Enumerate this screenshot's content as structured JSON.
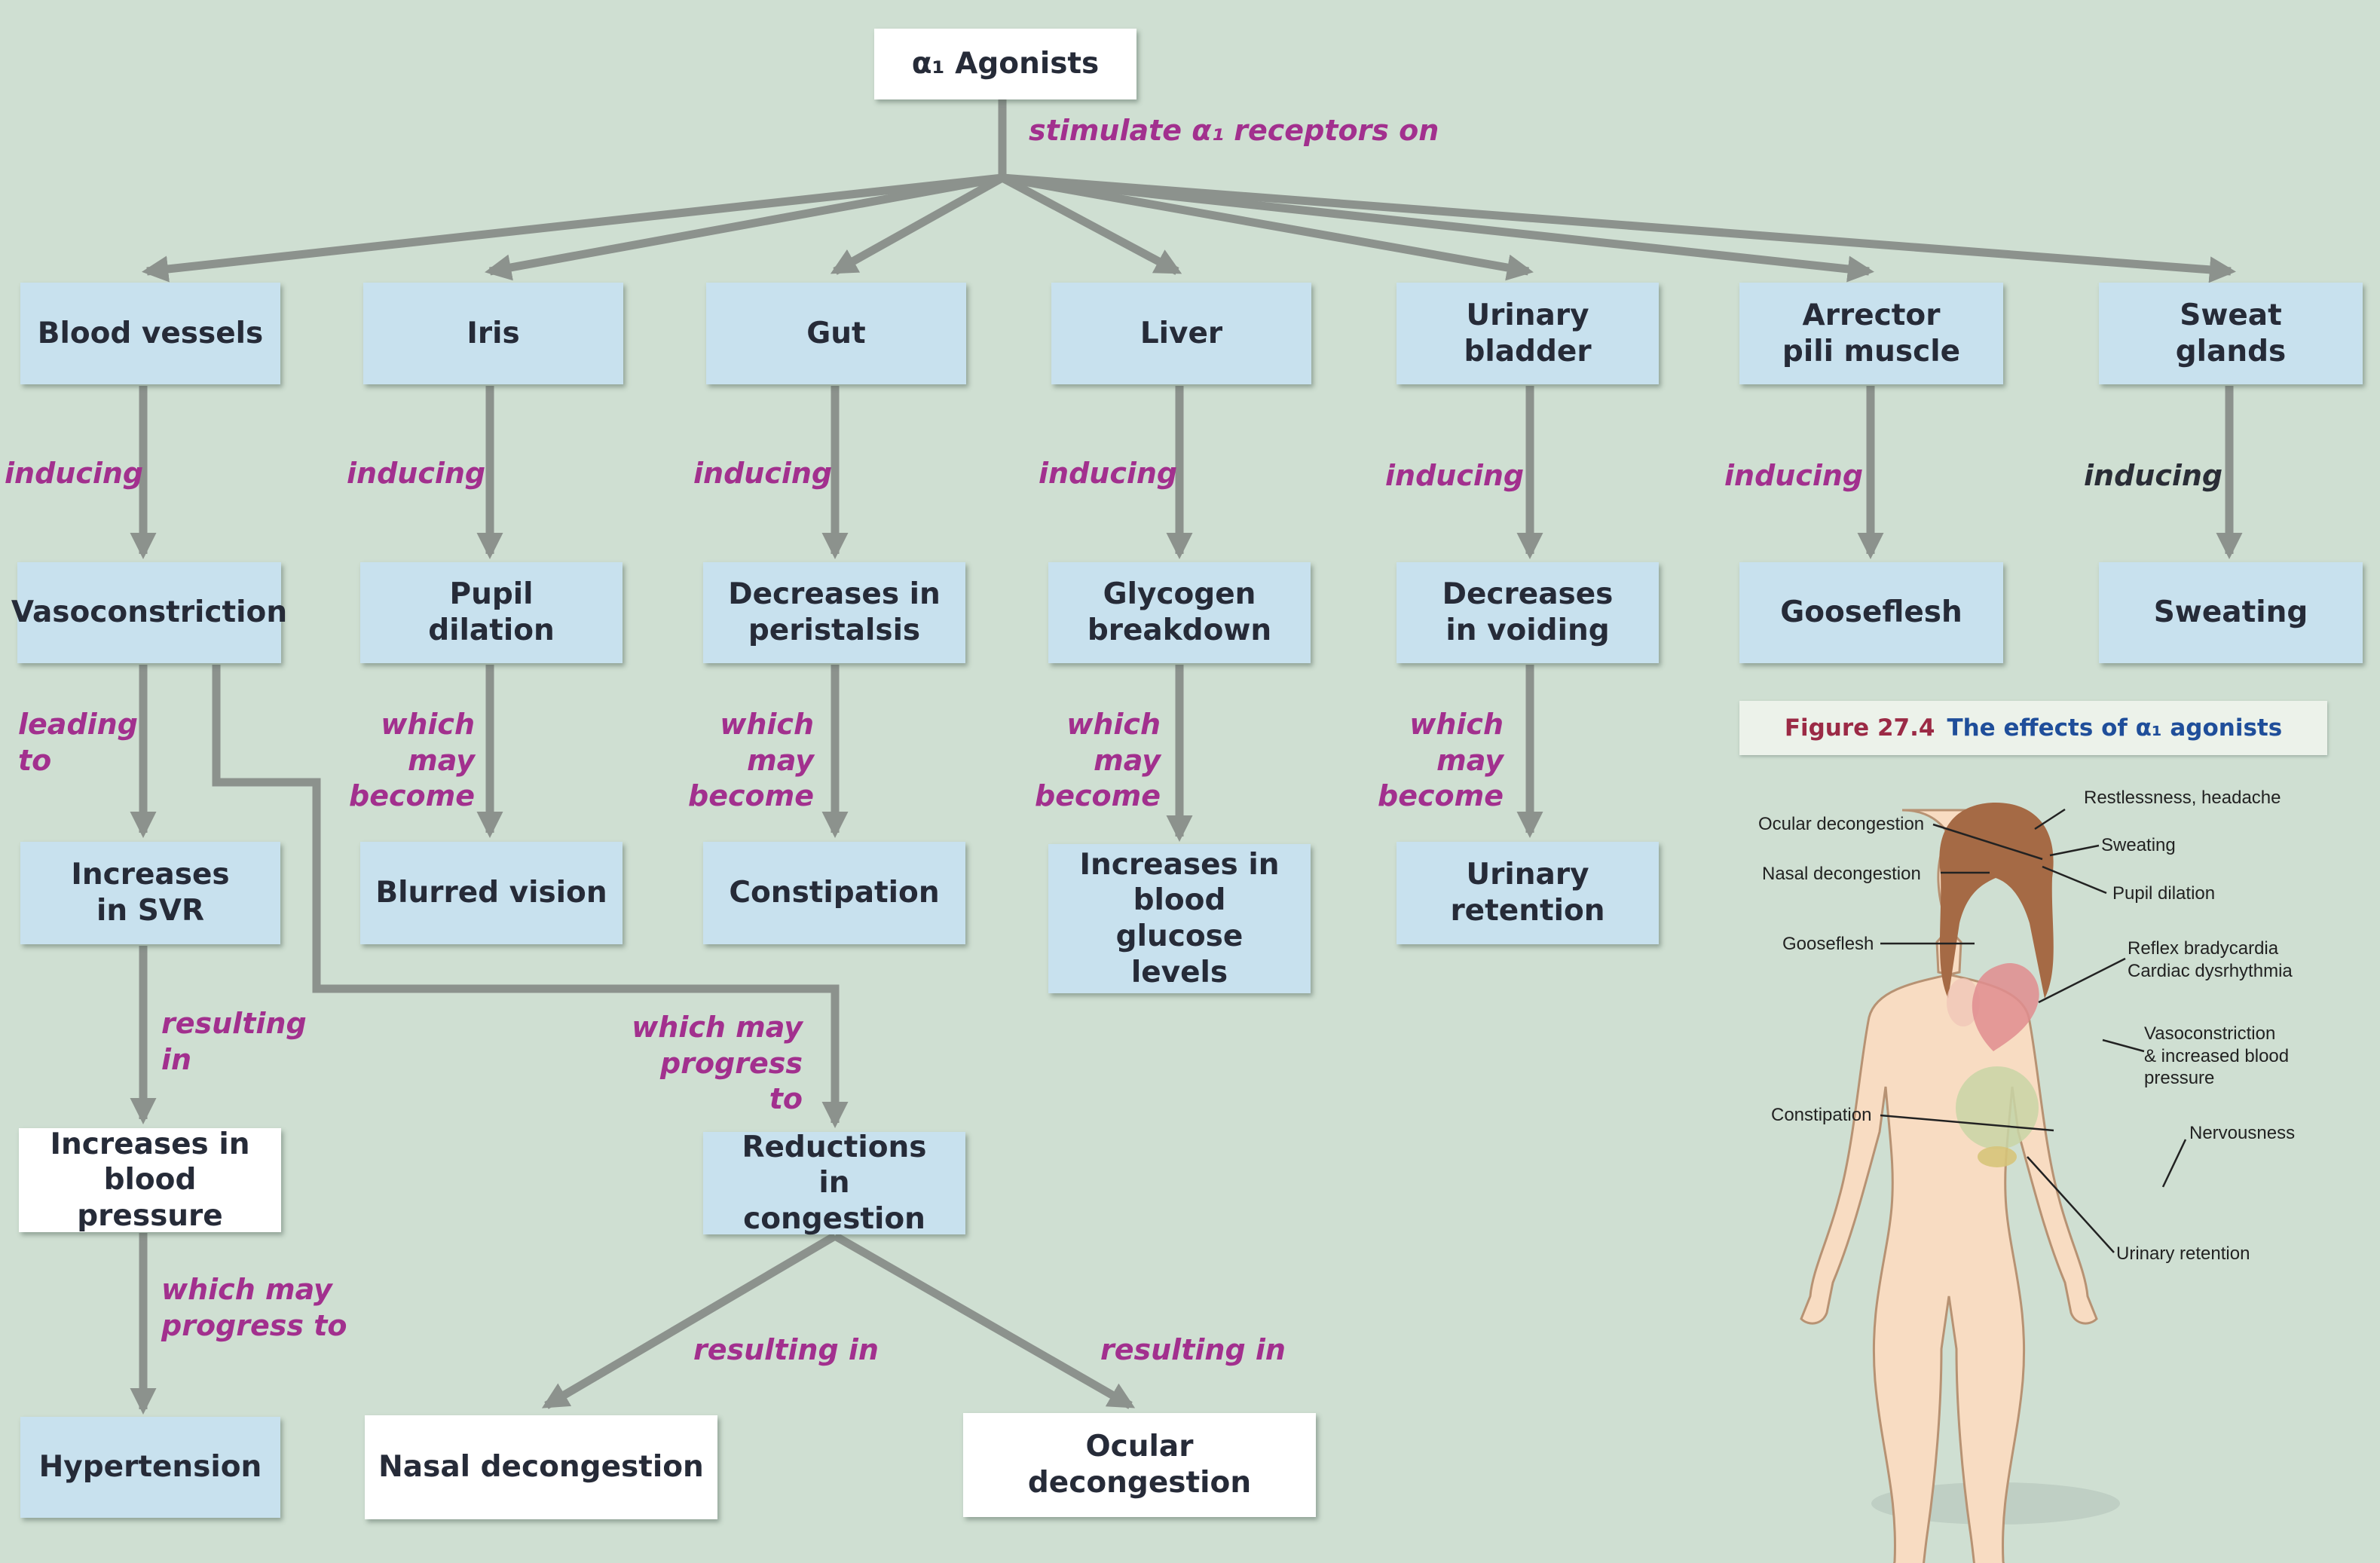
{
  "root": {
    "label": "α₁ Agonists",
    "edge_label": "stimulate α₁ receptors on"
  },
  "targets": [
    "Blood vessels",
    "Iris",
    "Gut",
    "Liver",
    "Urinary bladder",
    "Arrector pili muscle",
    "Sweat glands"
  ],
  "inducing_label": "inducing",
  "effects": [
    "Vasoconstriction",
    "Pupil dilation",
    "Decreases in peristalsis",
    "Glycogen breakdown",
    "Decreases in voiding",
    "Gooseflesh",
    "Sweating"
  ],
  "edge_labels": {
    "leading_to": "leading to",
    "which_may_become": "which may become",
    "resulting_in": "resulting in",
    "which_may_progress_to": "which may progress to"
  },
  "outcomes": {
    "svr": "Increases in SVR",
    "blurred": "Blurred vision",
    "constipation": "Constipation",
    "glucose": "Increases in blood glucose levels",
    "retention": "Urinary retention",
    "bp": "Increases in blood pressure",
    "hypertension": "Hypertension",
    "congestion": "Reductions in congestion",
    "nasal": "Nasal decongestion",
    "ocular": "Ocular decongestion"
  },
  "caption": {
    "number": "Figure 27.4",
    "text": "The effects of α₁ agonists"
  },
  "body_annotations": {
    "restlessness": "Restlessness, headache",
    "ocular": "Ocular decongestion",
    "sweating": "Sweating",
    "nasal": "Nasal decongestion",
    "pupil": "Pupil dilation",
    "gooseflesh": "Gooseflesh",
    "reflex": "Reflex bradycardia",
    "dysrhythmia": "Cardiac dysrhythmia",
    "vaso1": "Vasoconstriction",
    "vaso2": "& increased blood",
    "vaso3": "pressure",
    "constipation": "Constipation",
    "nervousness": "Nervousness",
    "retention": "Urinary retention"
  },
  "colors": {
    "background": "#cfdfd2",
    "box_blue": "#c8e1ee",
    "box_white": "#ffffff",
    "label_magenta": "#a2308e",
    "arrow_grey": "#8c928d",
    "caption_red": "#9b2a45",
    "caption_blue": "#1f4e9a"
  }
}
